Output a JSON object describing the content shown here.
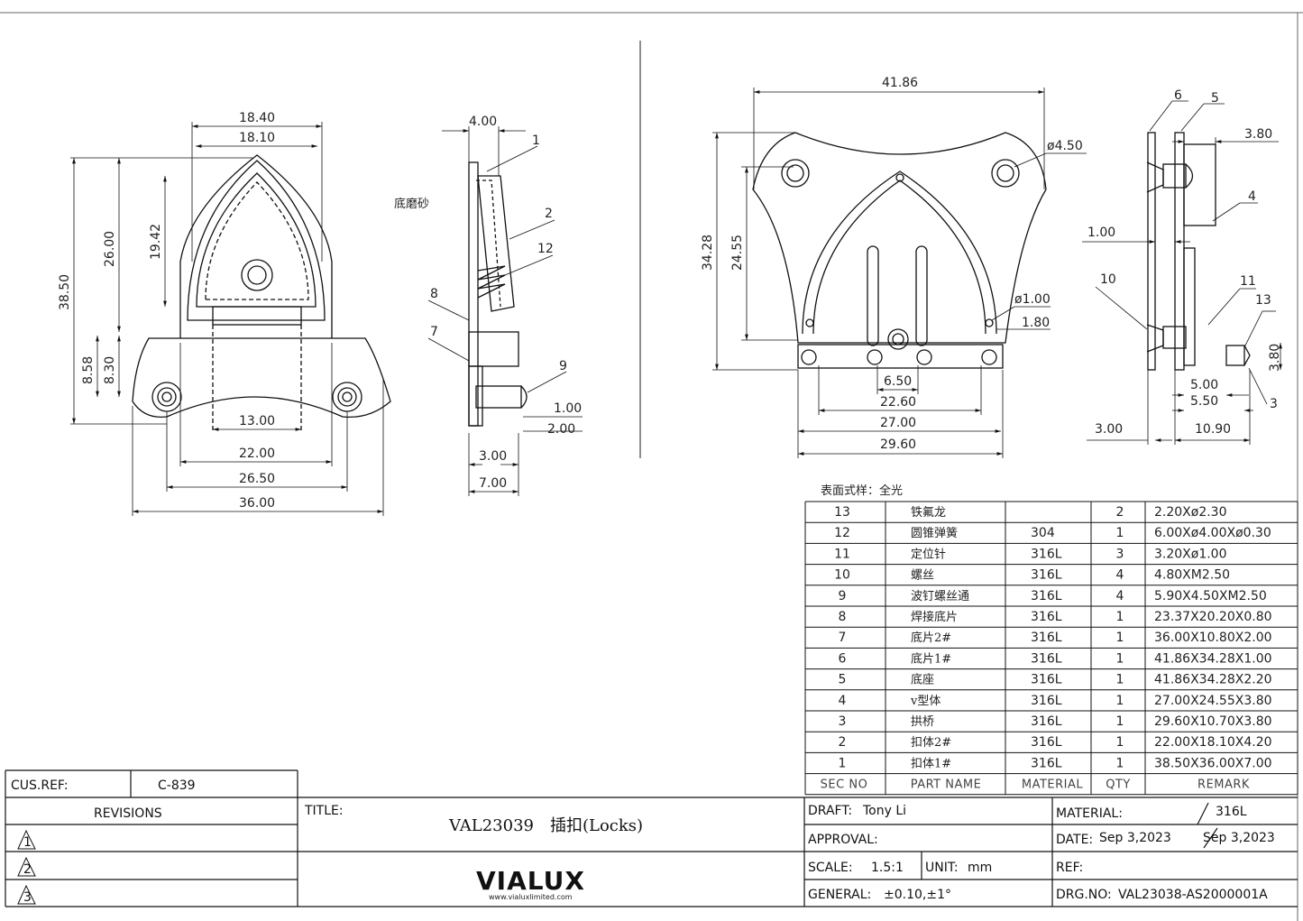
{
  "front_view": {
    "dims": [
      "18.40",
      "18.10",
      "19.42",
      "26.00",
      "38.50",
      "8.58",
      "8.30",
      "13.00",
      "22.00",
      "26.50",
      "36.00"
    ]
  },
  "side_view": {
    "dims": [
      "4.00",
      "1.00",
      "2.00",
      "3.00",
      "7.00"
    ],
    "note": "底磨砂",
    "balloons": [
      "1",
      "2",
      "12",
      "8",
      "7",
      "9"
    ]
  },
  "rear_view": {
    "dims": [
      "41.86",
      "ø4.50",
      "34.28",
      "24.55",
      "ø1.00",
      "1.80",
      "6.50",
      "22.60",
      "27.00",
      "29.60"
    ]
  },
  "section_view": {
    "dims": [
      "3.80",
      "1.00",
      "5.00",
      "5.50",
      "3.80",
      "3.00",
      "10.90"
    ],
    "balloons": [
      "6",
      "5",
      "4",
      "10",
      "11",
      "13",
      "3"
    ]
  },
  "finish_note": "表面式样：全光",
  "bom": {
    "headers": [
      "SEC NO",
      "PART NAME",
      "MATERIAL",
      "QTY",
      "REMARK"
    ],
    "rows": [
      {
        "no": "13",
        "name": "铁氟龙",
        "material": "",
        "qty": "2",
        "remark": "2.20Xø2.30"
      },
      {
        "no": "12",
        "name": "圆锥弹簧",
        "material": "304",
        "qty": "1",
        "remark": "6.00Xø4.00Xø0.30"
      },
      {
        "no": "11",
        "name": "定位针",
        "material": "316L",
        "qty": "3",
        "remark": "3.20Xø1.00"
      },
      {
        "no": "10",
        "name": "螺丝",
        "material": "316L",
        "qty": "4",
        "remark": "4.80XM2.50"
      },
      {
        "no": "9",
        "name": "波钉螺丝通",
        "material": "316L",
        "qty": "4",
        "remark": "5.90X4.50XM2.50"
      },
      {
        "no": "8",
        "name": "焊接底片",
        "material": "316L",
        "qty": "1",
        "remark": "23.37X20.20X0.80"
      },
      {
        "no": "7",
        "name": "底片2#",
        "material": "316L",
        "qty": "1",
        "remark": "36.00X10.80X2.00"
      },
      {
        "no": "6",
        "name": "底片1#",
        "material": "316L",
        "qty": "1",
        "remark": "41.86X34.28X1.00"
      },
      {
        "no": "5",
        "name": "底座",
        "material": "316L",
        "qty": "1",
        "remark": "41.86X34.28X2.20"
      },
      {
        "no": "4",
        "name": "v型体",
        "material": "316L",
        "qty": "1",
        "remark": "27.00X24.55X3.80"
      },
      {
        "no": "3",
        "name": "拱桥",
        "material": "316L",
        "qty": "1",
        "remark": "29.60X10.70X3.80"
      },
      {
        "no": "2",
        "name": "扣体2#",
        "material": "316L",
        "qty": "1",
        "remark": "22.00X18.10X4.20"
      },
      {
        "no": "1",
        "name": "扣体1#",
        "material": "316L",
        "qty": "1",
        "remark": "38.50X36.00X7.00"
      }
    ]
  },
  "title_block": {
    "cus_ref_label": "CUS.REF:",
    "cus_ref": "C-839",
    "revisions_label": "REVISIONS",
    "revision_marks": [
      "1",
      "2",
      "3"
    ],
    "title_label": "TITLE:",
    "title_code": "VAL23039",
    "title_name": "插扣(Locks)",
    "logo": "VIALUX",
    "logo_url": "www.vialuxlimited.com",
    "draft_label": "DRAFT:",
    "draft": "Tony Li",
    "approval_label": "APPROVAL:",
    "scale_label": "SCALE:",
    "scale": "1.5:1",
    "unit_label": "UNIT:",
    "unit": "mm",
    "general_label": "GENERAL:",
    "general": "±0.10,±1°",
    "material_label": "MATERIAL:",
    "material": "316L",
    "date_label": "DATE:",
    "date1": "Sep 3,2023",
    "date2": "Sep 3,2023",
    "ref_label": "REF:",
    "drg_label": "DRG.NO:",
    "drg_no": "VAL23038-AS2000001A"
  }
}
